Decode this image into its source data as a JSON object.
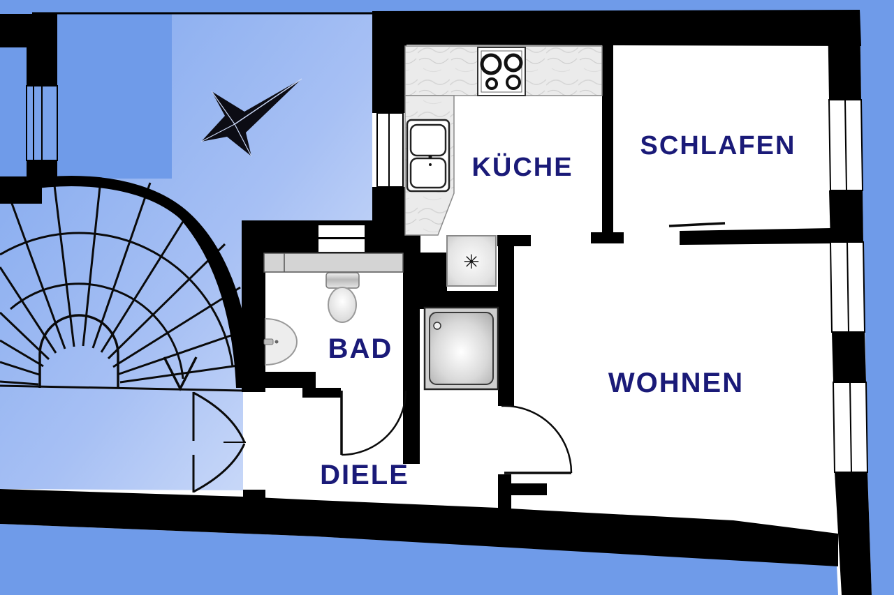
{
  "plan": {
    "type": "apartment-floorplan",
    "rooms": [
      {
        "id": "kueche",
        "label": "KÜCHE"
      },
      {
        "id": "schlafen",
        "label": "SCHLAFEN"
      },
      {
        "id": "bad",
        "label": "BAD"
      },
      {
        "id": "wohnen",
        "label": "WOHNEN"
      },
      {
        "id": "diele",
        "label": "DIELE"
      }
    ],
    "symbols": {
      "shaft_marker": "✳"
    },
    "features": [
      "spiral-staircase",
      "compass-needle",
      "entrance-double-door",
      "kitchen-counter",
      "stove",
      "kitchen-sink",
      "toilet",
      "washbasin",
      "shower-tray",
      "windows"
    ],
    "colors": {
      "background": "#6f9be9",
      "stairwell_gradient_start": "#82a9ef",
      "stairwell_gradient_end": "#dbe5fa",
      "wall": "#000000",
      "room_fill": "#ffffff",
      "label_text": "#1a1a78",
      "counter_gray": "#d4d4d4",
      "marble": "#ebebeb"
    }
  }
}
